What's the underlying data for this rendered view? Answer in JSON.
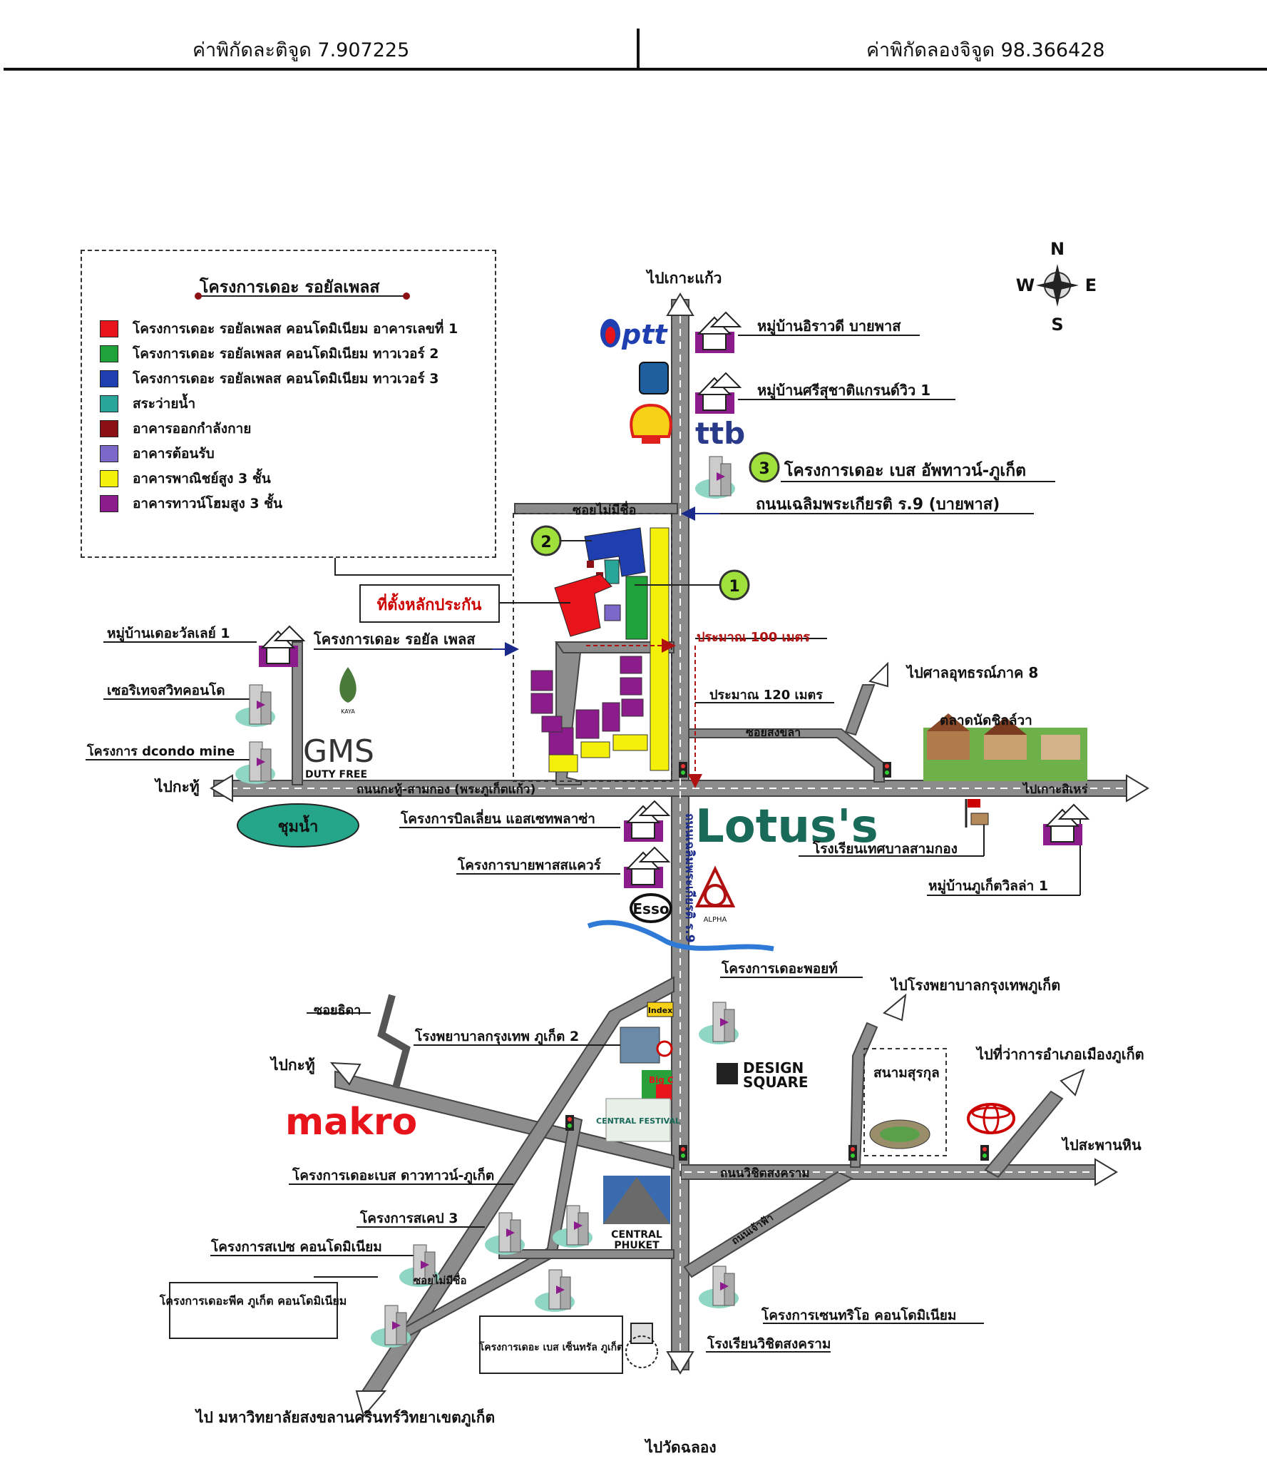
{
  "header": {
    "latitude": "ค่าพิกัดละติจูด 7.907225",
    "longitude": "ค่าพิกัดลองจิจูด 98.366428"
  },
  "legend": {
    "title": "โครงการเดอะ รอยัลเพลส",
    "items": [
      {
        "color": "#e8141c",
        "label": "โครงการเดอะ รอยัลเพลส คอนโดมิเนียม อาคารเลขที่ 1"
      },
      {
        "color": "#20a23a",
        "label": "โครงการเดอะ รอยัลเพลส คอนโดมิเนียม ทาวเวอร์ 2"
      },
      {
        "color": "#1f3fb0",
        "label": "โครงการเดอะ รอยัลเพลส คอนโดมิเนียม ทาวเวอร์ 3"
      },
      {
        "color": "#2aa59a",
        "label": "สระว่ายน้ำ"
      },
      {
        "color": "#8a1015",
        "label": "อาคารออกกำลังกาย"
      },
      {
        "color": "#7b68c8",
        "label": "อาคารต้อนรับ"
      },
      {
        "color": "#f4f00a",
        "label": "อาคารพาณิชย์สูง 3 ชั้น"
      },
      {
        "color": "#8c1b8c",
        "label": "อาคารทาวน์โฮมสูง 3 ชั้น"
      }
    ]
  },
  "compass": {
    "n": "N",
    "s": "S",
    "e": "E",
    "w": "W"
  },
  "roads": {
    "to_koh_kaew": "ไปเกาะแก้ว",
    "chaloem_road": "ถนนเฉลิมพระเกียรติ ร.9 (บายพาส)",
    "soi_no_name": "ซอยไม่มีชื่อ",
    "to_kathu_1": "ไปกะทู้",
    "kathu_road": "ถนนกะทู้-สามกอง (พระภูเก็ตแก้ว)",
    "to_koh_sire": "ไปเกาะสิเหร่",
    "soi_songkhla": "ซอยสงขลา",
    "to_court": "ไปศาลอุทธรณ์ภาค 8",
    "soi_thida": "ซอยธิดา",
    "to_kathu_2": "ไปกะทู้",
    "wichit_road": "ถนนวิชิตสงคราม",
    "to_bangkok_hospital": "ไปโรงพยาบาลกรุงเทพภูเก็ต",
    "to_district_office": "ไปที่ว่าการอำเภอเมืองภูเก็ต",
    "to_saphan_hin": "ไปสะพานหิน",
    "to_university": "ไป มหาวิทยาลัยสงขลานครินทร์วิทยาเขตภูเก็ต",
    "to_wat_chalong": "ไปวัดฉลอง",
    "soi_no_name_2": "ซอยไม่มีชื่อ",
    "bypass_vertical": "ถนนเฉลิมพระเกียรติ ร.9",
    "diagonal_road": "ถนนเจ้าฟ้า"
  },
  "places": {
    "village_irawadee": "หมู่บ้านอิราวดี บายพาส",
    "village_srisuchart": "หมู่บ้านศรีสุชาติแกรนด์วิว 1",
    "base_uptown": "โครงการเดอะ เบส อัพทาวน์-ภูเก็ต",
    "collateral": "ที่ตั้งหลักประกัน",
    "royal_place": "โครงการเดอะ รอยัล เพลส",
    "village_valley": "หมู่บ้านเดอะวัลเลย์ 1",
    "serithai": "เซอริเทจสวิทคอนโด",
    "dcondo": "โครงการ dcondo mine",
    "approx_100": "ประมาณ 100 เมตร",
    "approx_120": "ประมาณ 120 เมตร",
    "market_chillva": "ตลาดนัดชิลล์วา",
    "chumnam": "ชุมน้ำ",
    "billion": "โครงการบิลเลี่ยน แอสเซทพลาซ่า",
    "bypass_square": "โครงการบายพาสสแควร์",
    "school_samkong": "โรงเรียนเทศบาลสามกอง",
    "village_phuket_villa": "หมู่บ้านภูเก็ตวิลล่า 1",
    "the_point": "โครงการเดอะพอยท์",
    "bangkok_hospital": "โรงพยาบาลกรุงเทพ ภูเก็ต 2",
    "saphan_stadium": "สนามสุรกุล",
    "base_downtown": "โครงการเดอะเบส ดาวทาวน์-ภูเก็ต",
    "scape3": "โครงการสเคป 3",
    "space": "โครงการสเปซ คอนโดมิเนียม",
    "peak": "โครงการเดอะพีค ภูเก็ต คอนโดมิเนียม",
    "base_central": "โครงการเดอะ เบส เซ็นทรัล ภูเก็ต",
    "centrio": "โครงการเซนทริโอ คอนโดมิเนียม",
    "school_wichit": "โรงเรียนวิชิตสงคราม"
  },
  "brands": {
    "ptt": "ptt",
    "ttb": "ttb",
    "lotus": "Lotus's",
    "esso": "Esso",
    "makro": "makro",
    "gms": "GMS",
    "duty_free": "DUTY FREE",
    "design_square_1": "DESIGN",
    "design_square_2": "SQUARE",
    "central_phuket_1": "CENTRAL",
    "central_phuket_2": "PHUKET",
    "central_festival": "CENTRAL FESTIVAL",
    "index": "Index",
    "big_c": "Big C",
    "alpha": "ALPHA",
    "kaya": "KAYA"
  },
  "markers": {
    "m1": "1",
    "m2": "2",
    "m3": "3"
  }
}
